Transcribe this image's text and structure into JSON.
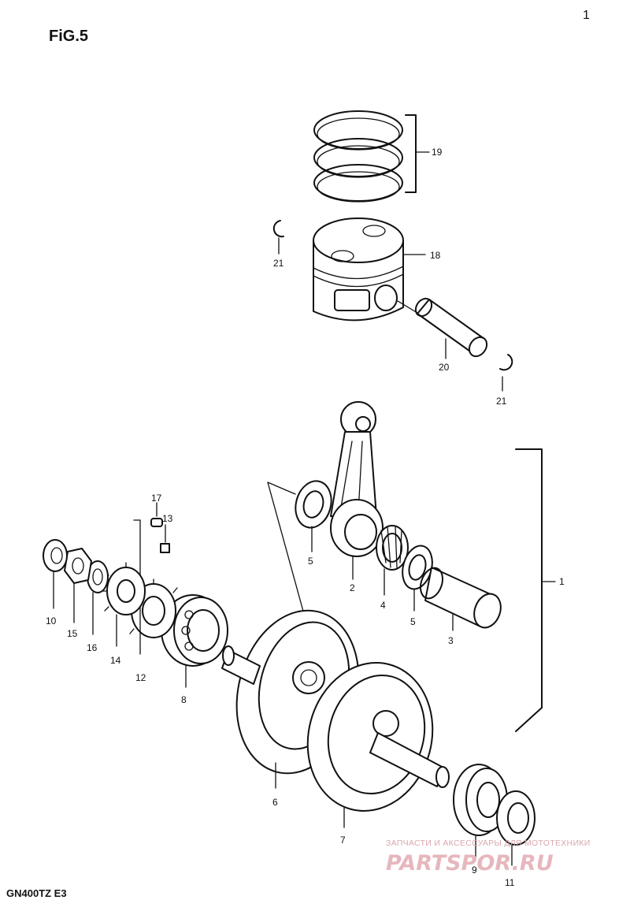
{
  "figure": {
    "title": "FiG.5",
    "page_mark": "1",
    "model_code": "GN400TZ  E3"
  },
  "parts": {
    "p1": "1",
    "p2": "2",
    "p3": "3",
    "p4": "4",
    "p5a": "5",
    "p5b": "5",
    "p6": "6",
    "p7": "7",
    "p8": "8",
    "p9": "9",
    "p10": "10",
    "p11": "11",
    "p12": "12",
    "p13": "13",
    "p14": "14",
    "p15": "15",
    "p16": "16",
    "p17": "17",
    "p18": "18",
    "p19": "19",
    "p20": "20",
    "p21a": "21",
    "p21b": "21"
  },
  "watermark": {
    "subtitle": "ЗАПЧАСТИ И АКСЕССУАРЫ ДЛЯ МОТОТЕХНИКИ",
    "brand": "PARTSPOR.RU",
    "color": "#e6b7bd"
  }
}
